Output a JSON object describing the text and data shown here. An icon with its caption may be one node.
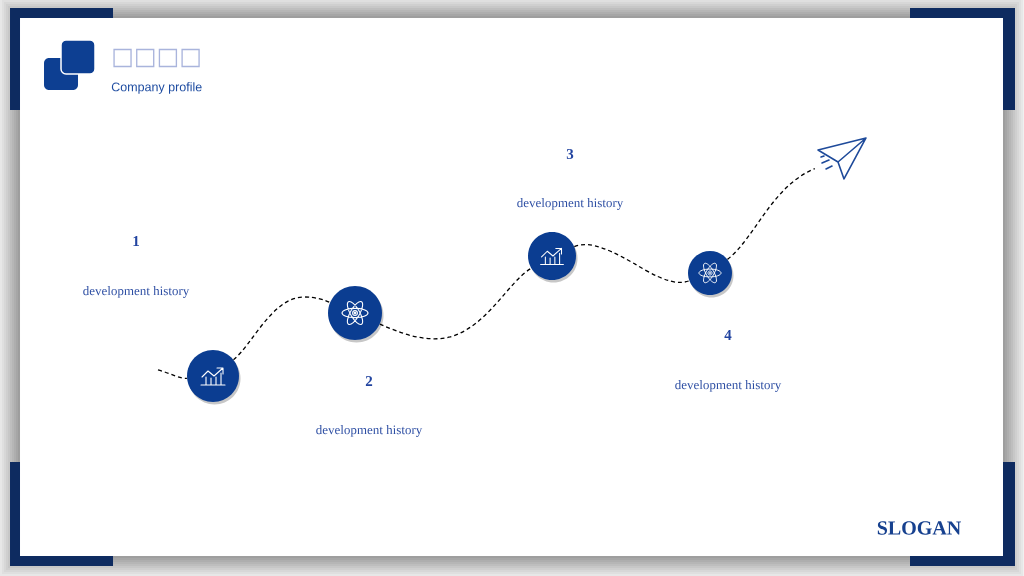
{
  "diagram": {
    "title": "□□□□",
    "nodes": [
      {
        "text": [],
        "shape": "circle",
        "beside": [
          "1",
          "development history"
        ]
      },
      {
        "text": [],
        "shape": "circle",
        "beside": [
          "2",
          "development history"
        ]
      },
      {
        "text": [],
        "shape": "circle",
        "beside": [
          "3",
          "development history"
        ]
      },
      {
        "text": [],
        "shape": "circle",
        "beside": [
          "4",
          "development history"
        ]
      },
      {
        "text": [],
        "shape": "picture"
      }
    ],
    "edges": [
      {
        "from": null,
        "to": 0,
        "arrow": "none",
        "style": "dashed"
      },
      {
        "from": 0,
        "to": 1,
        "arrow": "none",
        "style": "dashed"
      },
      {
        "from": 1,
        "to": 2,
        "arrow": "none",
        "style": "dashed"
      },
      {
        "from": 2,
        "to": 3,
        "arrow": "none",
        "style": "dashed"
      },
      {
        "from": 3,
        "to": 4,
        "arrow": "none",
        "style": "dashed"
      }
    ],
    "labels": [
      "Company profile",
      "SLOGAN"
    ]
  }
}
